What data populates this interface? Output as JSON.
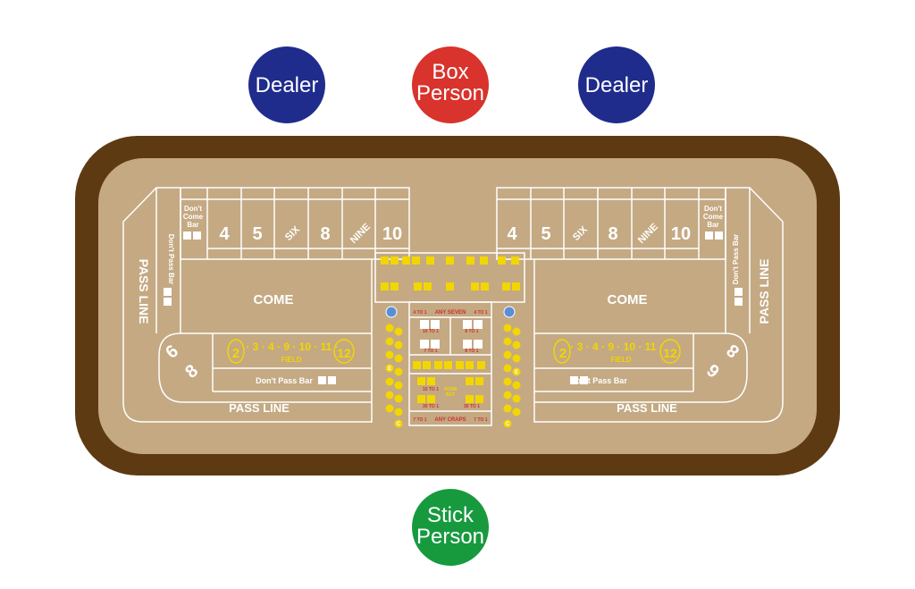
{
  "roles": {
    "dealer_left": "Dealer",
    "box_person": [
      "Box",
      "Person"
    ],
    "dealer_right": "Dealer",
    "stick_person": [
      "Stick",
      "Person"
    ]
  },
  "table": {
    "dont_come_bar": [
      "Don't",
      "Come",
      "Bar"
    ],
    "numbers": [
      "4",
      "5",
      "SIX",
      "8",
      "NINE",
      "10"
    ],
    "come": "COME",
    "dont_pass_bar": "Don't Pass Bar",
    "pass_line": "PASS LINE",
    "pass_line_side": "PASS LINE",
    "field_numbers": "· 3 · 4 · 9 · 10 · 11 ·",
    "field_label": "FIELD",
    "field_2": "2",
    "field_12": "12",
    "big_six": "6",
    "big_eight": "8"
  },
  "center": {
    "any_seven": "ANY SEVEN",
    "four_to_one": "4 TO 1",
    "ten_to_one": "10 TO 1",
    "eight_to_one": "8 TO 1",
    "seven_to_one": "7 TO 1",
    "fifteen_to_one": "15 TO 1",
    "thirty_to_one": "30 TO 1",
    "horn_bet": [
      "HORN",
      "BET"
    ],
    "any_craps": "ANY CRAPS",
    "c_marker": "C",
    "e_marker": "E"
  },
  "colors": {
    "rail": "#5e3a12",
    "felt": "#c4a983",
    "dealer": "#1f2c8c",
    "box_person": "#d8332c",
    "stick_person": "#179a3e",
    "text_yellow": "#f2d600",
    "text_red": "#d0302a"
  }
}
